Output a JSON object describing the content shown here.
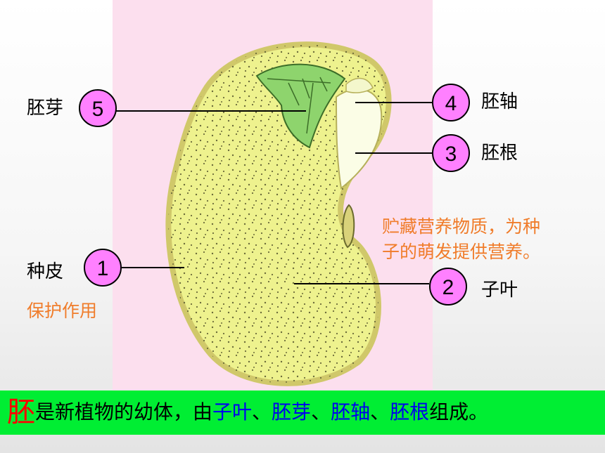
{
  "colors": {
    "panel_bg": "#fcdfee",
    "cotyledon": "#eef28e",
    "seed_coat": "#d0c86a",
    "callout_fill": "#ff80ff",
    "note_text": "#f07c2a",
    "summary_bar": "#00ee33",
    "highlight_red": "#ff0000",
    "highlight_blue": "#0000ee"
  },
  "parts": [
    {
      "number": "5",
      "label": "胚芽"
    },
    {
      "number": "4",
      "label": "胚轴"
    },
    {
      "number": "3",
      "label": "胚根"
    },
    {
      "number": "1",
      "label": "种皮"
    },
    {
      "number": "2",
      "label": "子叶"
    }
  ],
  "notes": {
    "seed_coat_function": "保护作用",
    "cotyledon_function_line1": "贮藏营养物质，为种",
    "cotyledon_function_line2": "子的萌发提供营养。"
  },
  "summary": {
    "subject": "胚",
    "text_1": "是新植物的幼体，由",
    "part_1": "子叶",
    "sep_1": "、",
    "part_2": "胚芽",
    "sep_2": "、",
    "part_3": "胚轴",
    "sep_3": "、",
    "part_4": "胚根",
    "text_2": "组成。"
  }
}
